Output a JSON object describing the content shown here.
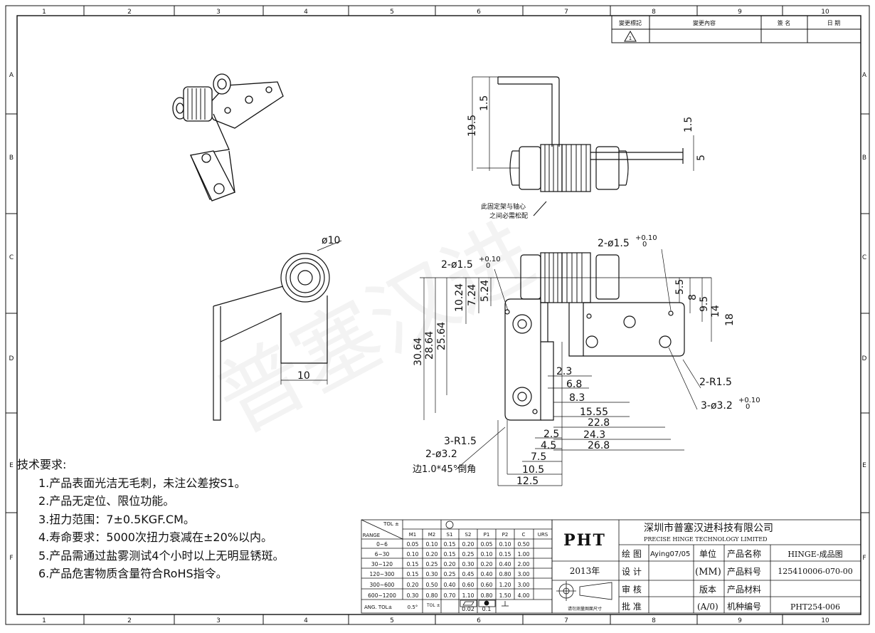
{
  "border": {
    "columns": [
      "1",
      "2",
      "3",
      "4",
      "5",
      "6",
      "7",
      "8",
      "9",
      "10"
    ],
    "rows": [
      "A",
      "B",
      "C",
      "D",
      "E",
      "F"
    ]
  },
  "revision_block": {
    "headers": [
      "變更標記",
      "變更內容",
      "簽 名",
      "日 期"
    ],
    "mark": "1"
  },
  "notes": {
    "top_note": [
      "此固定架与轴心",
      "之间必需松配"
    ],
    "title": "技术要求:",
    "items": [
      "1.产品表面光洁无毛刺，未注公差按S1。",
      "2.产品无定位、限位功能。",
      "3.扭力范围：7±0.5KGF.CM。",
      "4.寿命要求：5000次扭力衰减在±20%以内。",
      "5.产品需通过盐雾测试4个小时以上无明显锈斑。",
      "6.产品危害物质含量符合RoHS指令。"
    ]
  },
  "dimensions": {
    "top": [
      "19.5",
      "1.5",
      "1.5",
      "5"
    ],
    "side": [
      "ø10",
      "10"
    ],
    "front_vertical": [
      "30.64",
      "28.64",
      "25.64",
      "10.24",
      "7.24",
      "5.24",
      "5.5",
      "8",
      "9.5",
      "14",
      "18"
    ],
    "front_horizontal": [
      "2.3",
      "6.8",
      "8.3",
      "15.55",
      "22.8",
      "24.3",
      "26.8",
      "2.5",
      "4.5",
      "7.5",
      "10.5",
      "12.5"
    ],
    "callouts": {
      "hole_left": "2-ø1.5",
      "hole_right": "2-ø1.5",
      "tol_upper": "+0.10",
      "tol_lower": "0",
      "r_right": "2-R1.5",
      "big_holes": "3-ø3.2",
      "r_left": "3-R1.5",
      "holes_left": "2-ø3.2",
      "chamfer": "边1.0*45°倒角"
    }
  },
  "tolerance_table": {
    "corner_top": "TOL ±",
    "corner_bottom": "RANGE",
    "headers": [
      "M1",
      "M2",
      "S1",
      "S2",
      "P1",
      "P2",
      "C",
      "URS"
    ],
    "rows": [
      {
        "range": "0~6",
        "vals": [
          "0.05",
          "0.10",
          "0.15",
          "0.20",
          "0.05",
          "0.10",
          "0.50",
          ""
        ]
      },
      {
        "range": "6~30",
        "vals": [
          "0.10",
          "0.20",
          "0.15",
          "0.25",
          "0.10",
          "0.15",
          "1.00",
          ""
        ]
      },
      {
        "range": "30~120",
        "vals": [
          "0.15",
          "0.25",
          "0.20",
          "0.30",
          "0.20",
          "0.40",
          "2.00",
          ""
        ]
      },
      {
        "range": "120~300",
        "vals": [
          "0.15",
          "0.30",
          "0.25",
          "0.45",
          "0.40",
          "0.80",
          "3.00",
          ""
        ]
      },
      {
        "range": "300~600",
        "vals": [
          "0.20",
          "0.50",
          "0.40",
          "0.60",
          "0.60",
          "1.20",
          "3.00",
          ""
        ]
      },
      {
        "range": "600~1200",
        "vals": [
          "0.30",
          "0.80",
          "0.70",
          "1.10",
          "0.80",
          "1.50",
          "4.00",
          ""
        ]
      }
    ],
    "angle_label": "ANG. TOL±",
    "angle_value": "0.5°",
    "tol_label": "TOL ±",
    "flat_value": "0.02",
    "round_value": "0.1"
  },
  "title_block": {
    "logo": "PHT",
    "year": "2013年",
    "projection_note": "请勿测量图面尺寸",
    "company_cn": "深圳市普塞汉进科技有限公司",
    "company_en": "PRECISE HINGE TECHNOLOGY LIMITED",
    "draw_label": "绘 图",
    "draw_value": "Aying07/05",
    "design_label": "设 计",
    "review_label": "审 核",
    "approve_label": "批 准",
    "unit_label": "单位",
    "unit_value": "(MM)",
    "version_label": "版本",
    "version_value": "(A/0)",
    "name_label": "产品名称",
    "name_value": "HINGE-成品图",
    "pn_label": "产品料号",
    "pn_value": "125410006-070-00",
    "material_label": "产品材料",
    "material_value": "",
    "model_label": "机种编号",
    "model_value": "PHT254-006"
  },
  "watermark": "普塞汉进"
}
